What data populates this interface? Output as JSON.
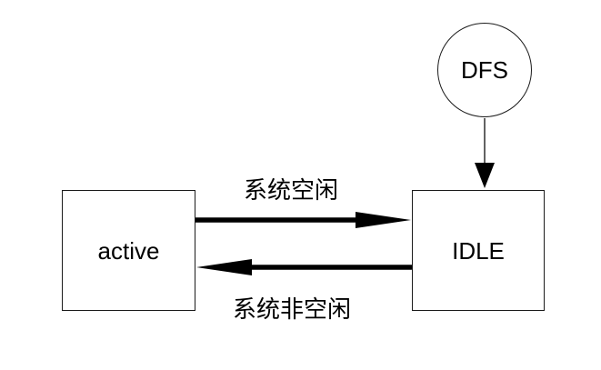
{
  "diagram": {
    "type": "state-transition-diagram",
    "nodes": {
      "dfs": {
        "label": "DFS",
        "shape": "circle"
      },
      "active": {
        "label": "active",
        "shape": "rectangle"
      },
      "idle": {
        "label": "IDLE",
        "shape": "rectangle"
      }
    },
    "edges": [
      {
        "from": "DFS",
        "to": "IDLE",
        "style": "thin",
        "direction": "down",
        "label": ""
      },
      {
        "from": "active",
        "to": "IDLE",
        "style": "thick",
        "direction": "right",
        "label": "系统空闲"
      },
      {
        "from": "IDLE",
        "to": "active",
        "style": "thick",
        "direction": "left",
        "label": "系统非空闲"
      }
    ],
    "colors": {
      "background": "#ffffff",
      "shape_stroke": "#1b1b1b",
      "arrow": "#000000",
      "text": "#000000"
    }
  }
}
